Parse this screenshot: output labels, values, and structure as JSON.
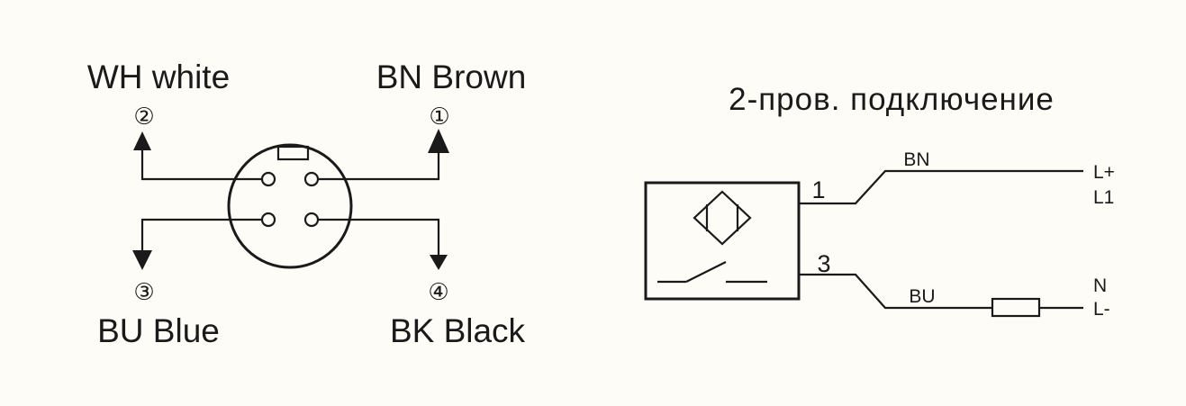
{
  "connector": {
    "pins": [
      {
        "number": "1",
        "marker": "①",
        "code": "BN Brown"
      },
      {
        "number": "2",
        "marker": "②",
        "code": "WH white"
      },
      {
        "number": "3",
        "marker": "③",
        "code": "BU Blue"
      },
      {
        "number": "4",
        "marker": "④",
        "code": "BK Black"
      }
    ]
  },
  "wiring": {
    "title": "2-пров. подключение",
    "terminal_top": "1",
    "terminal_bottom": "3",
    "wire_top": "BN",
    "wire_bottom": "BU",
    "supply_top_line1": "L+",
    "supply_top_line2": "L1",
    "supply_bottom_line1": "N",
    "supply_bottom_line2": "L-"
  },
  "colors": {
    "ink": "#1a1a1a",
    "background": "#fdfcf6"
  }
}
